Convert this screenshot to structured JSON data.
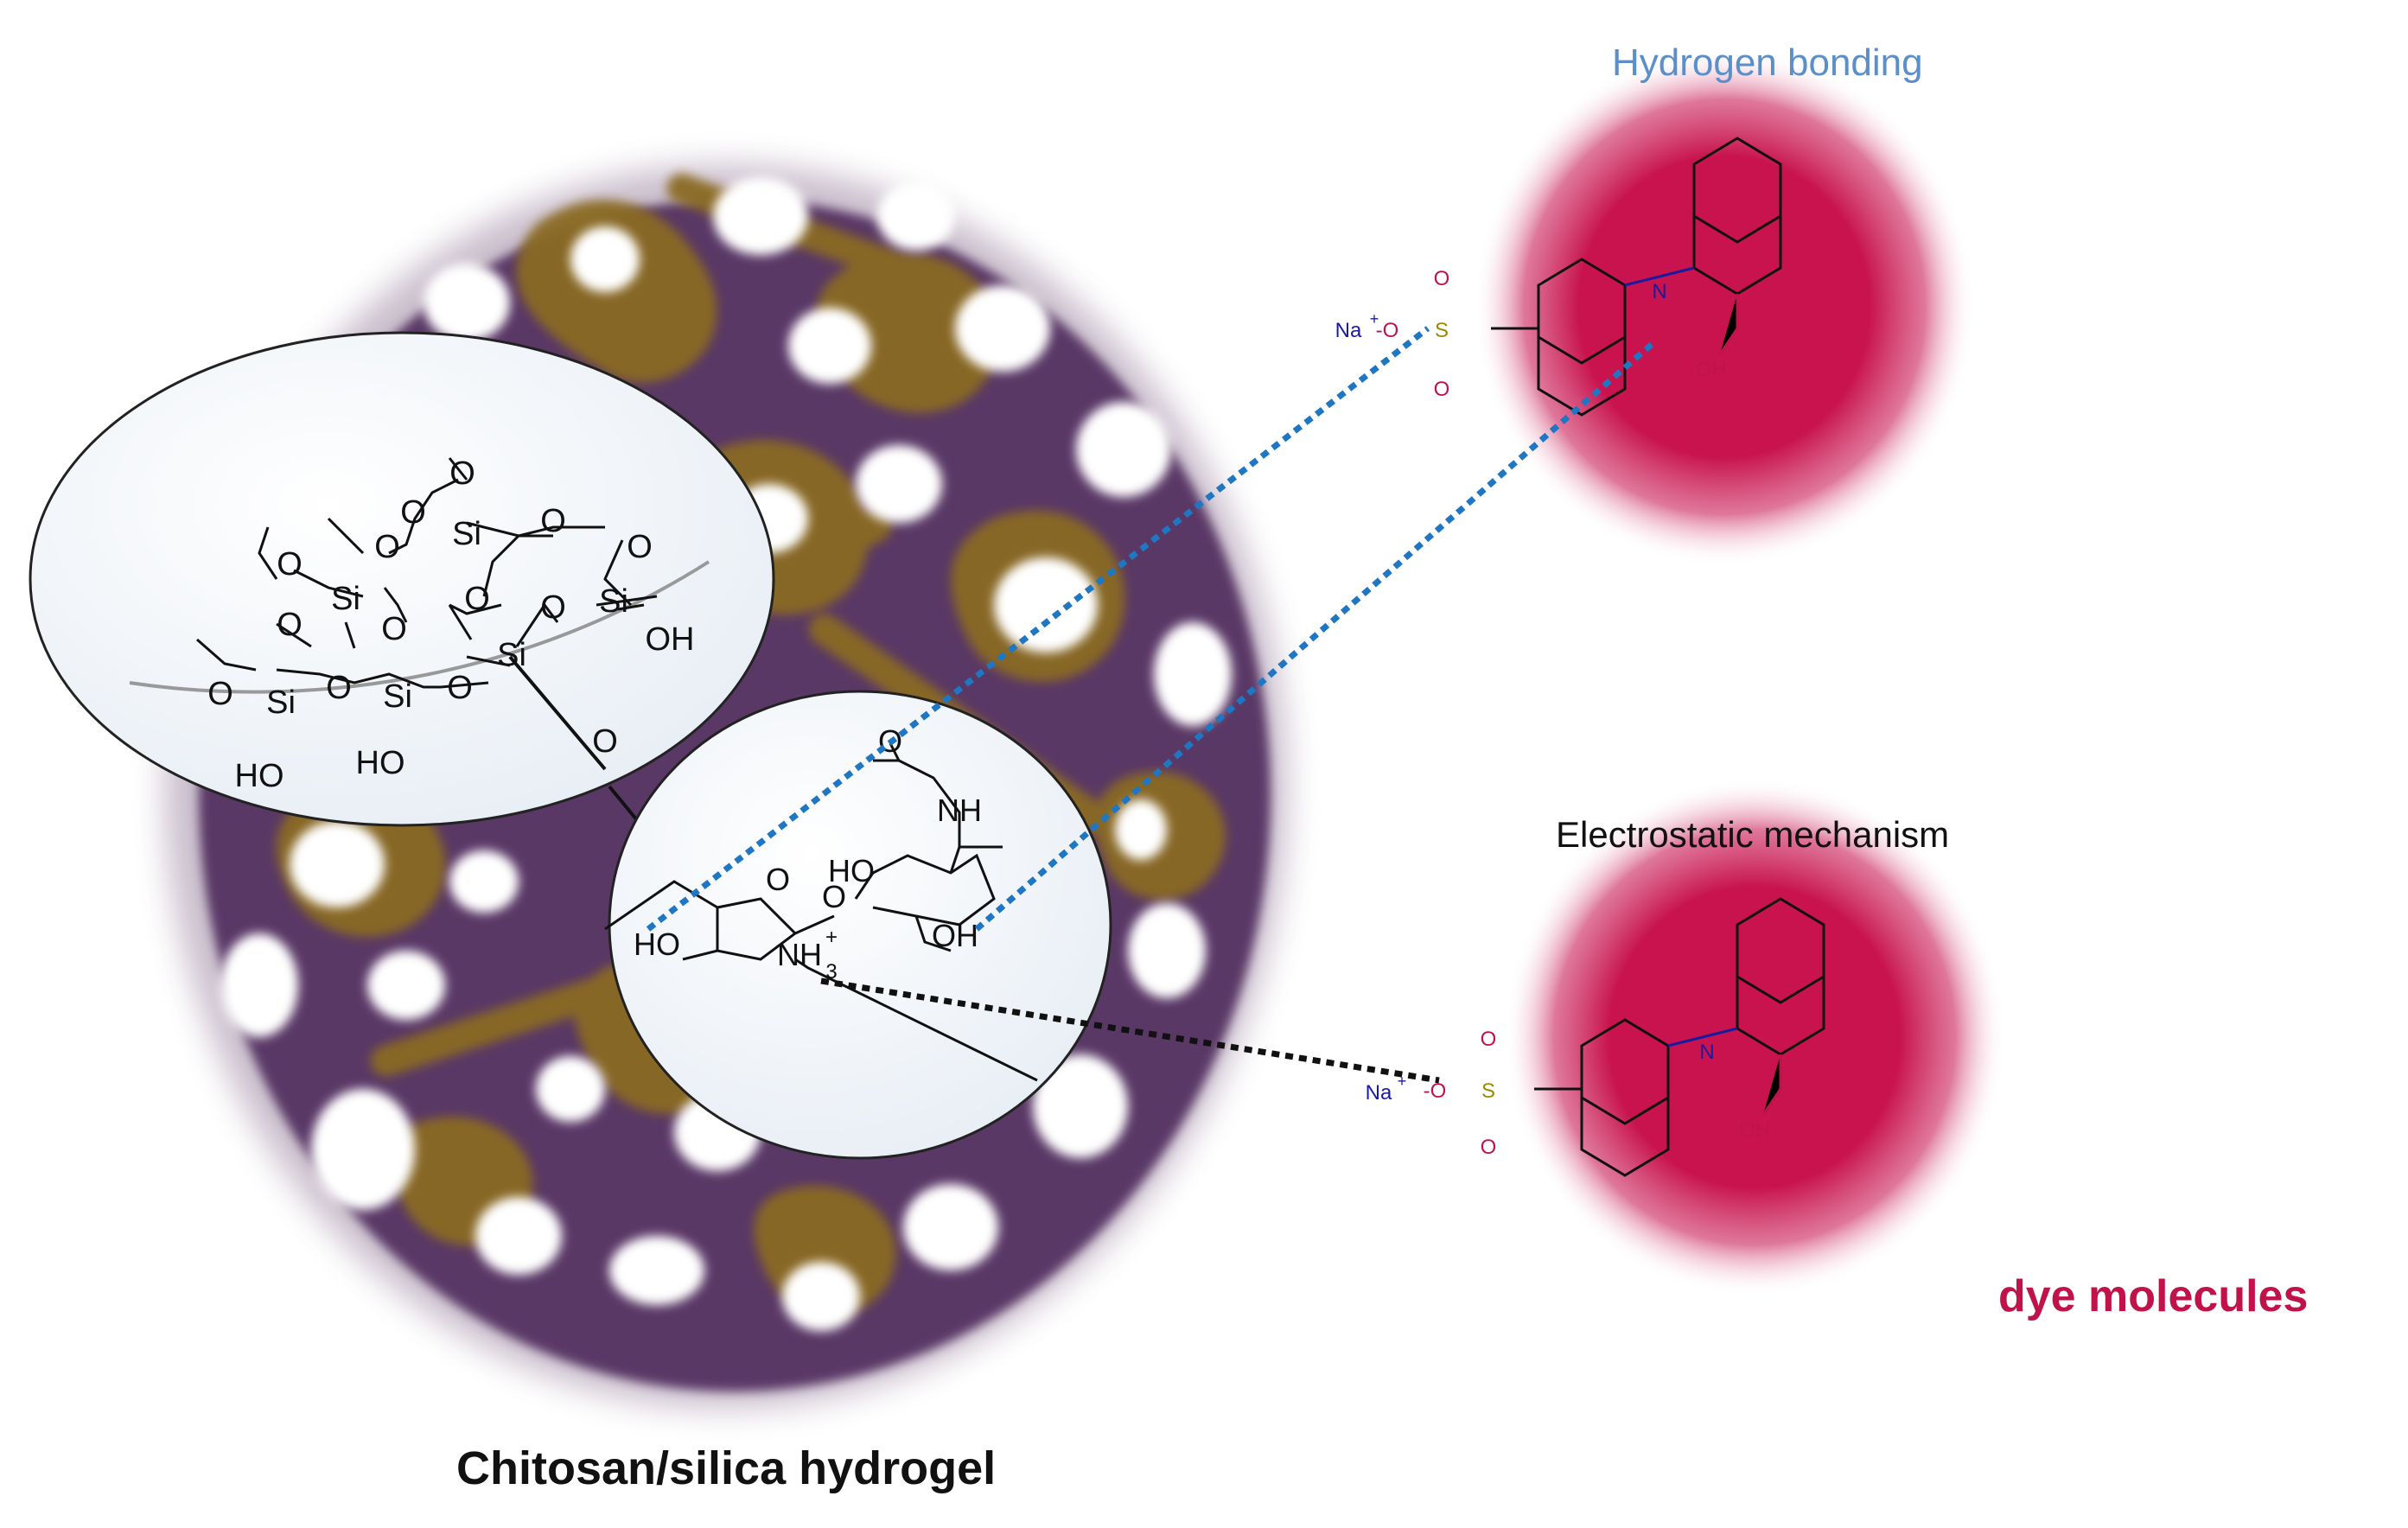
{
  "labels": {
    "hydrogen_bonding": "Hydrogen bonding",
    "electrostatic": "Electrostatic mechanism",
    "dye_molecules": "dye molecules",
    "hydrogel": "Chitosan/silica hydrogel"
  },
  "dye": {
    "sodium": "Na",
    "plus": "+",
    "sulfonate_o": "-O",
    "sulfur": "S",
    "oxo": "O",
    "azo_n": "N",
    "hydroxyl": "OH"
  },
  "silica": {
    "o": "O",
    "si": "Si",
    "oh": "OH",
    "ho": "HO"
  },
  "chitosan": {
    "o": "O",
    "ho": "HO",
    "oh": "OH",
    "nh": "NH",
    "nh3": "NH",
    "nh3_sub": "3",
    "nh3_charge": "+"
  },
  "colors": {
    "dye_glow": "#c8134e",
    "purple_network": "#5a3766",
    "gold_network": "#8a6a22",
    "hbond_line": "#1f76c2",
    "electro_line": "#111111"
  }
}
